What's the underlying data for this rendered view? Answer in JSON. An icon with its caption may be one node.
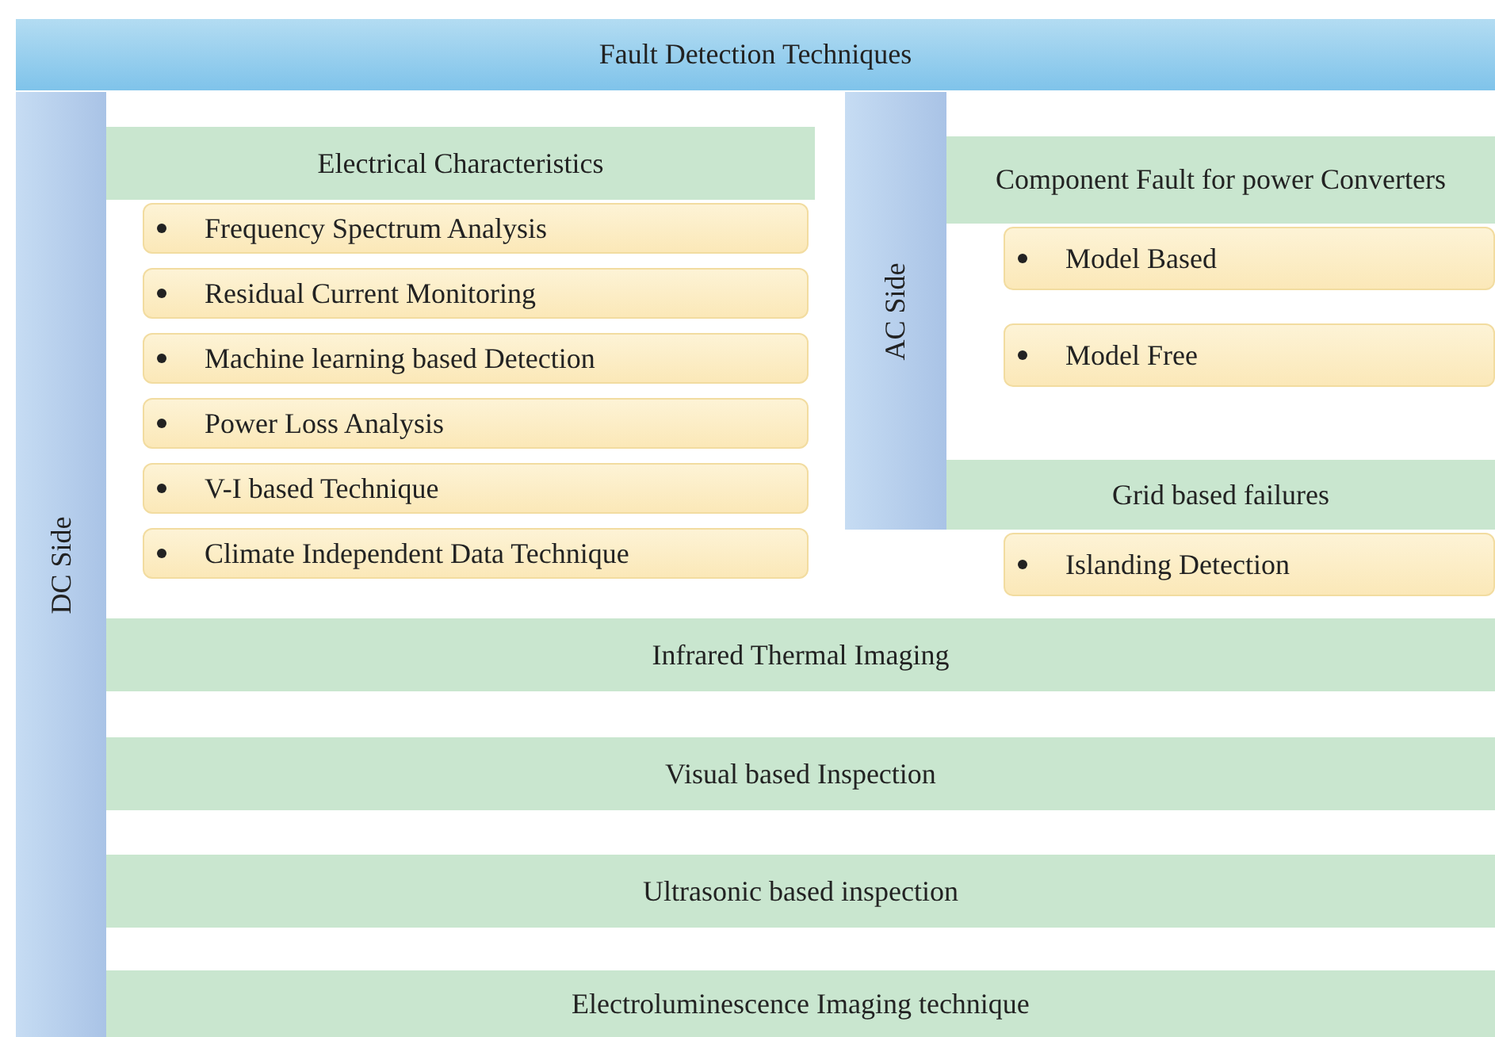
{
  "diagram": {
    "nodes": [
      {
        "text": [
          "Fault Detection Techniques"
        ]
      },
      {
        "text": [
          "DC Side"
        ]
      },
      {
        "text": [
          "Electrical Characteristics"
        ]
      },
      {
        "text": [
          "Frequency Spectrum Analysis"
        ]
      },
      {
        "text": [
          "Residual Current Monitoring"
        ]
      },
      {
        "text": [
          "Machine learning based Detection"
        ]
      },
      {
        "text": [
          "Power Loss Analysis"
        ]
      },
      {
        "text": [
          "V-I based Technique"
        ]
      },
      {
        "text": [
          "Climate Independent Data Technique"
        ]
      },
      {
        "text": [
          "AC Side"
        ]
      },
      {
        "text": [
          "Component Fault for power Converters"
        ]
      },
      {
        "text": [
          "Model Based"
        ]
      },
      {
        "text": [
          "Model Free"
        ]
      },
      {
        "text": [
          "Grid based failures"
        ]
      },
      {
        "text": [
          "Islanding Detection"
        ]
      },
      {
        "text": [
          "Infrared Thermal Imaging"
        ]
      },
      {
        "text": [
          "Visual based Inspection"
        ]
      },
      {
        "text": [
          "Ultrasonic based inspection"
        ]
      },
      {
        "text": [
          "Electroluminescence Imaging technique"
        ]
      }
    ],
    "edges": []
  }
}
